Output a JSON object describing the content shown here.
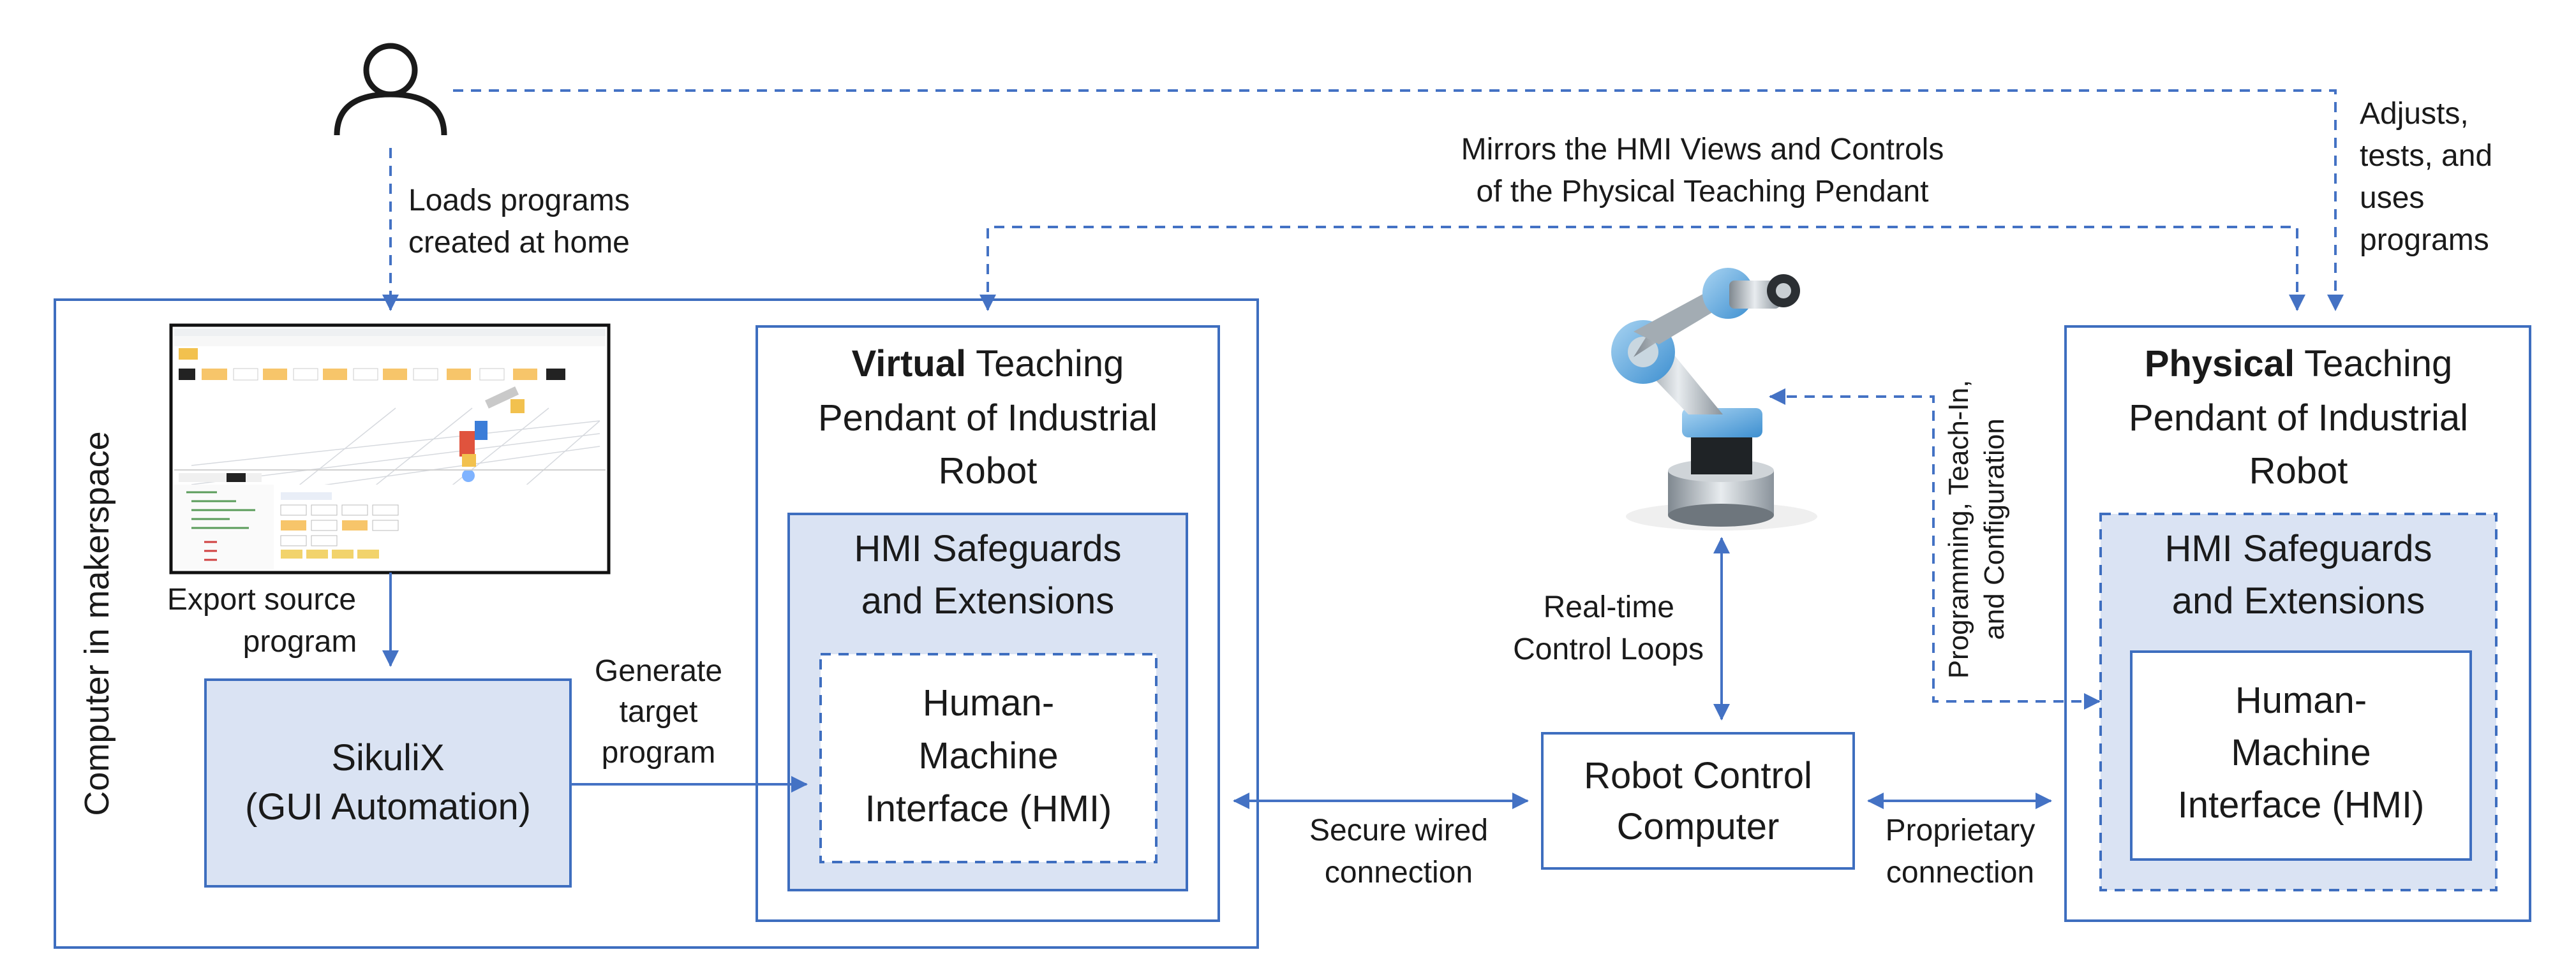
{
  "user": {
    "icon": "person-icon",
    "loads_label": [
      "Loads programs",
      "created at home"
    ],
    "adjusts_label": [
      "Adjusts,",
      "tests, and",
      "uses",
      "programs"
    ]
  },
  "mirror_label": [
    "Mirrors the HMI Views and Controls",
    "of the Physical Teaching Pendant"
  ],
  "makerspace": {
    "label": "Computer in makerspace",
    "export_label": [
      "Export source",
      "program"
    ],
    "sikulix": [
      "SikuliX",
      "(GUI Automation)"
    ],
    "generate_label": [
      "Generate",
      "target",
      "program"
    ]
  },
  "virtual_pendant": {
    "title_bold": "Virtual",
    "title_rest": " Teaching",
    "title_lines": [
      "Pendant of Industrial",
      "Robot"
    ],
    "safeguards": [
      "HMI Safeguards",
      "and Extensions"
    ],
    "hmi": [
      "Human-",
      "Machine",
      "Interface (HMI)"
    ]
  },
  "physical_pendant": {
    "title_bold": "Physical",
    "title_rest": " Teaching",
    "title_lines": [
      "Pendant of Industrial",
      "Robot"
    ],
    "safeguards": [
      "HMI Safeguards",
      "and Extensions"
    ],
    "hmi": [
      "Human-",
      "Machine",
      "Interface (HMI)"
    ]
  },
  "robot": {
    "icon": "robot-arm-icon",
    "realtime_label": [
      "Real-time",
      "Control Loops"
    ],
    "programming_label": [
      "Programming, Teach-In,",
      "and Configuration"
    ]
  },
  "robot_control": {
    "label": [
      "Robot Control",
      "Computer"
    ],
    "secure_label": [
      "Secure wired",
      "connection"
    ],
    "proprietary_label": [
      "Proprietary",
      "connection"
    ]
  },
  "colors": {
    "box_border": "#3E6EBF",
    "box_fill": "#DAE3F3",
    "arrow": "#4472C4"
  }
}
